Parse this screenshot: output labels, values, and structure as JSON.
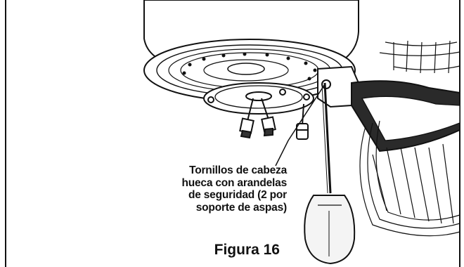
{
  "figure": {
    "caption": "Figura 16",
    "callout_lines": [
      "Tornillos de cabeza",
      "hueca con arandelas",
      "de seguridad (2 por",
      "soporte de aspas)"
    ]
  },
  "colors": {
    "line": "#111111",
    "background": "#ffffff",
    "handle_fill": "#f4f4f4",
    "blade_dark": "#2a2a2a"
  },
  "icons": {
    "screwdriver": "screwdriver-icon",
    "screw": "socket-head-screw-icon"
  }
}
